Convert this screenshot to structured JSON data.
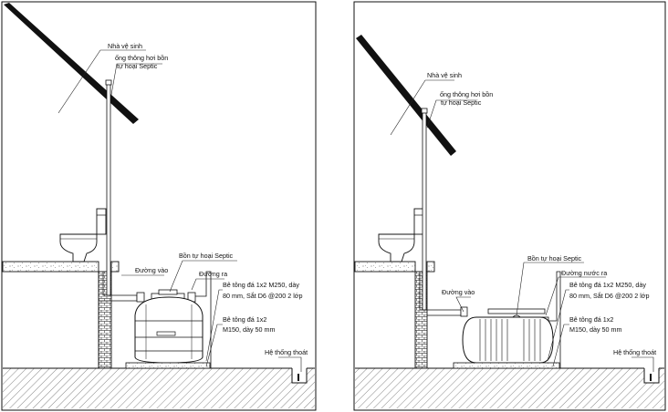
{
  "colors": {
    "line": "#111111",
    "hatch": "#555555",
    "brick": "#333333",
    "background": "#ffffff"
  },
  "icons": {
    "tank_vertical": "septic-tank-vertical-icon",
    "tank_horizontal": "septic-tank-horizontal-icon",
    "toilet": "toilet-icon"
  },
  "left_panel": {
    "house": "Nhà vệ sinh",
    "vent_line1": "ống thông hơi bồn",
    "vent_line2": "tự hoại Septic",
    "tank": "Bồn tự hoại Septic",
    "inlet": "Đường vào",
    "outlet": "Đường ra",
    "slab_line1": "Bê tông đá 1x2 M250, dày",
    "slab_line2": "80 mm, Sắt D6 @200 2 lớp",
    "base_line1": "Bê tông đá 1x2",
    "base_line2": "M150, dày 50 mm",
    "drain": "Hệ thống thoát"
  },
  "right_panel": {
    "house": "Nhà vệ sinh",
    "vent_line1": "ống thông hơi bồn",
    "vent_line2": "tự hoại Septic",
    "tank": "Bồn tự hoại Septic",
    "outlet": "Đường nước ra",
    "inlet": "Đường vào",
    "slab_line1": "Bê tông đá 1x2 M250, dày",
    "slab_line2": "80 mm, Sắt D6 @200 2 lớp",
    "base_line1": "Bê tông đá 1x2",
    "base_line2": "M150, dày 50 mm",
    "drain": "Hệ thống thoát"
  }
}
